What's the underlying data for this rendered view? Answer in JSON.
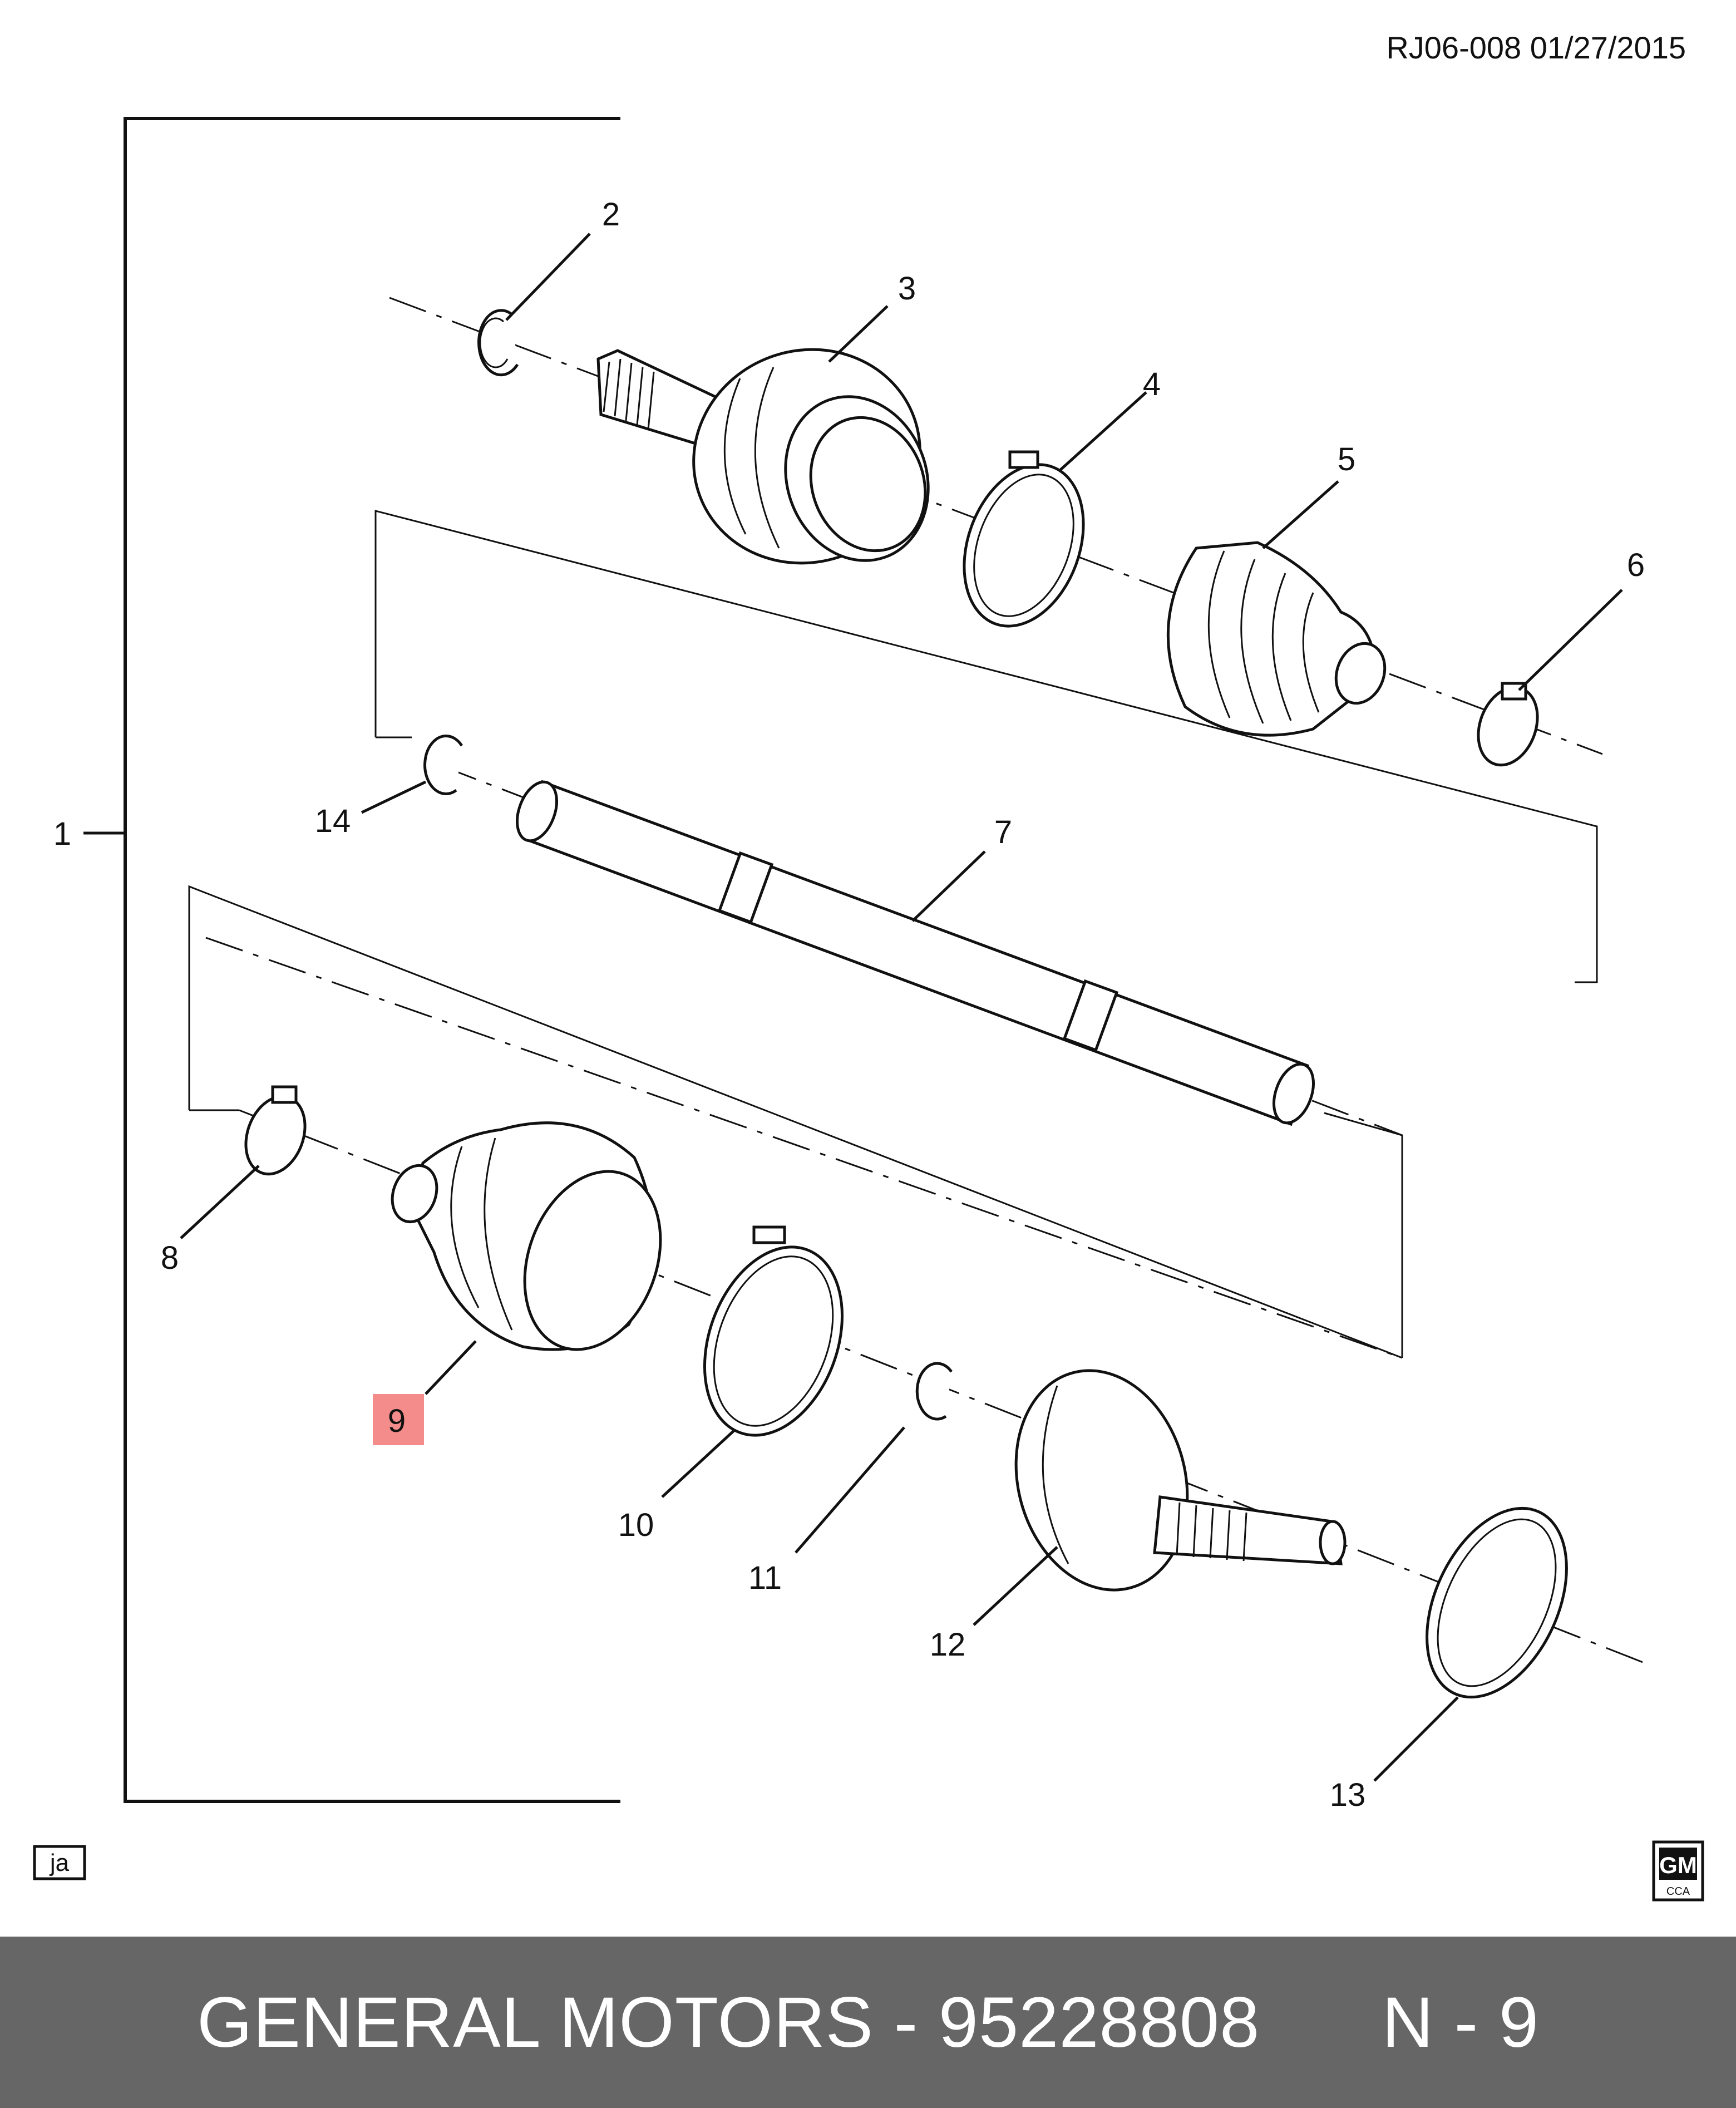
{
  "header": {
    "code": "RJ06-008  01/27/2015"
  },
  "callouts": {
    "c1": "1",
    "c2": "2",
    "c3": "3",
    "c4": "4",
    "c5": "5",
    "c6": "6",
    "c7": "7",
    "c8": "8",
    "c9": "9",
    "c10": "10",
    "c11": "11",
    "c12": "12",
    "c13": "13",
    "c14": "14"
  },
  "highlight": {
    "callout": "9",
    "color": "#f58c8c"
  },
  "corner_box": {
    "text": "ja"
  },
  "logo": {
    "brand": "GM",
    "sub": "CCA"
  },
  "footer": {
    "text": "GENERAL MOTORS - 95228808      N - 9"
  },
  "colors": {
    "footer_bg": "#666666",
    "line": "#111111"
  }
}
